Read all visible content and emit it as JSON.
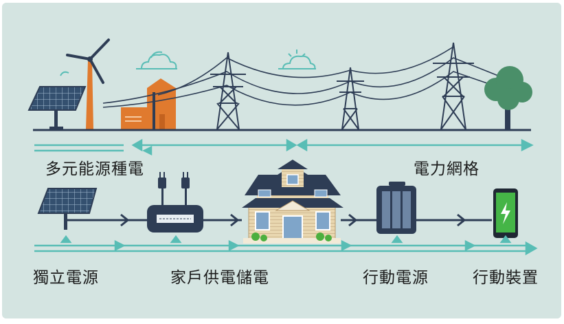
{
  "labels": {
    "diverse_energy": "多元能源種電",
    "power_grid": "電力網格",
    "off_grid": "獨立電源",
    "home_storage": "家戶供電儲電",
    "mobile_power": "行動電源",
    "mobile_device": "行動裝置"
  },
  "colors": {
    "background": "#d4e4e1",
    "navy": "#2e3d55",
    "teal": "#58bdb5",
    "orange": "#e07a2e",
    "tree_green": "#4a8f69",
    "phone_green": "#45b547"
  },
  "icons": [
    "wind-turbine-icon",
    "solar-panel-icon",
    "factory-icon",
    "transmission-tower-icon",
    "tree-icon",
    "cloud-icon",
    "sun-icon",
    "power-plug-icon",
    "smart-meter-icon",
    "house-icon",
    "battery-pack-icon",
    "smartphone-icon",
    "lightning-bolt-icon"
  ]
}
